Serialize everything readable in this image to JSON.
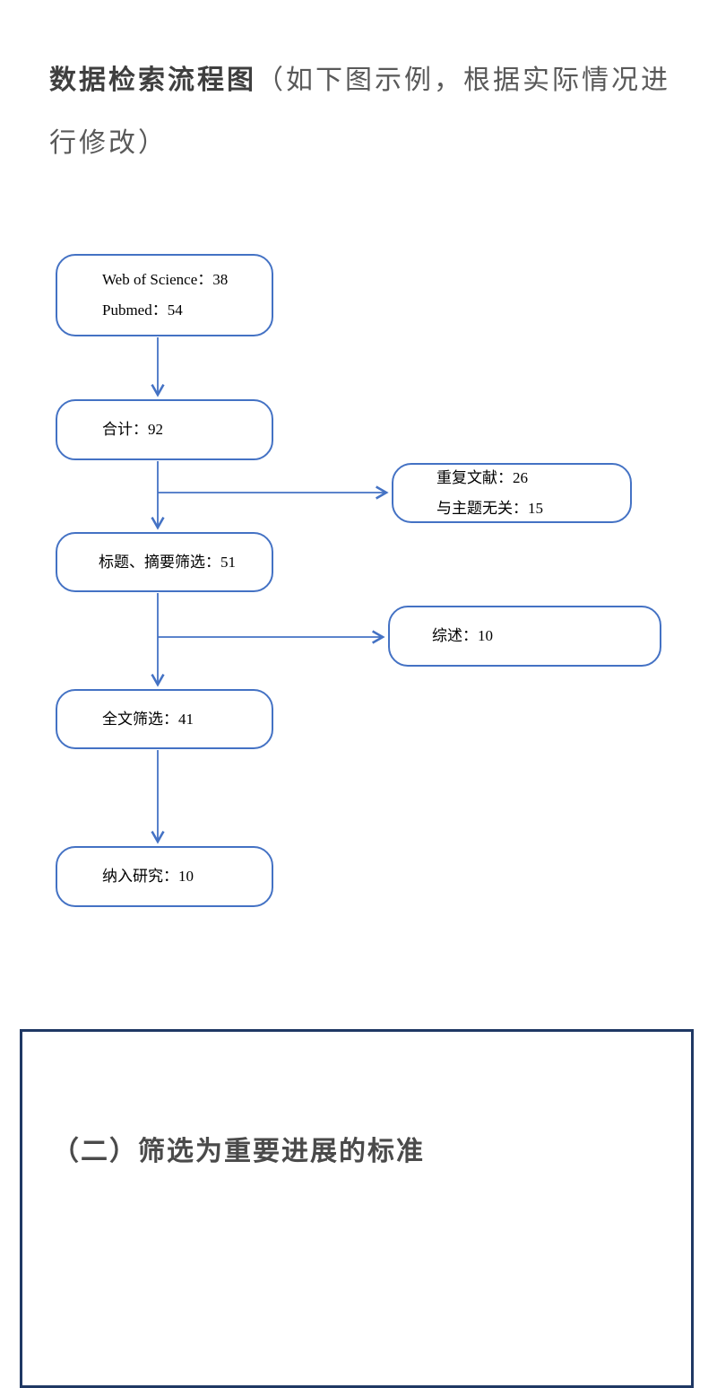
{
  "page": {
    "title_bold": "数据检索流程图",
    "title_note": "（如下图示例，根据实际情况进行修改）"
  },
  "flowchart": {
    "main_boxes": [
      {
        "name": "sources",
        "lines": [
          "Web of Science：38",
          "Pubmed：54"
        ]
      },
      {
        "name": "total",
        "lines": [
          "合计：92"
        ]
      },
      {
        "name": "title-abstract",
        "lines": [
          "标题、摘要筛选：51"
        ]
      },
      {
        "name": "fulltext",
        "lines": [
          "全文筛选：41"
        ]
      },
      {
        "name": "included",
        "lines": [
          "纳入研究：10"
        ]
      }
    ],
    "side_boxes": [
      {
        "name": "excluded-duplicates",
        "lines": [
          "重复文献：26",
          "与主题无关：15"
        ]
      },
      {
        "name": "excluded-reviews",
        "lines": [
          "综述：10"
        ]
      }
    ],
    "colors": {
      "box_border": "#4472C4",
      "connector": "#4472C4",
      "box_text": "#000000"
    }
  },
  "section": {
    "heading": "（二）筛选为重要进展的标准",
    "border_color": "#1F3864"
  }
}
